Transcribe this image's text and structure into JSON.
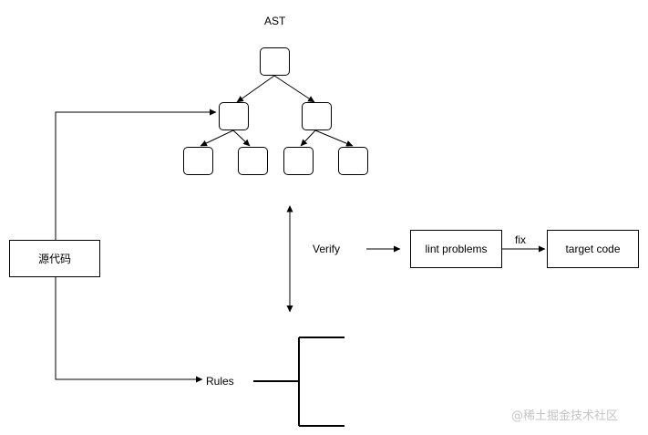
{
  "diagram": {
    "ast_title": "AST",
    "source_label": "源代码",
    "verify_label": "Verify",
    "rules_label": "Rules",
    "lint_label": "lint problems",
    "fix_label": "fix",
    "target_label": "target code"
  },
  "watermark": {
    "text": "@稀土掘金技术社区"
  },
  "colors": {
    "stroke": "#000000",
    "watermark": "#c4c4c4"
  }
}
